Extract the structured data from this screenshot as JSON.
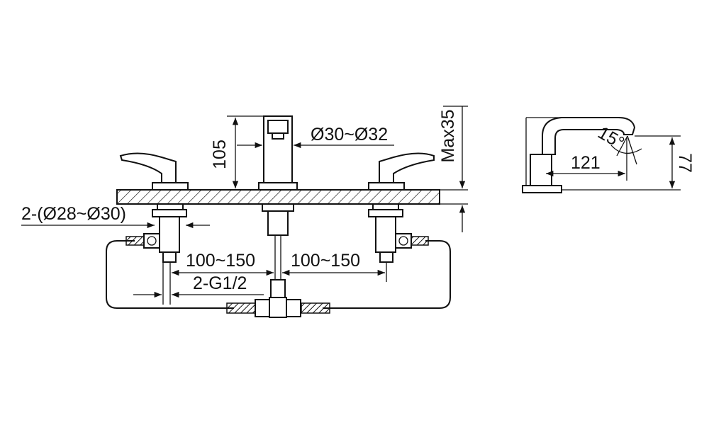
{
  "dimensions": {
    "height_spout": "105",
    "spout_diameter": "Ø30~Ø32",
    "max_deck": "Max35",
    "hole_diameter": "2-(Ø28~Ø30)",
    "spacing_left": "100~150",
    "spacing_right": "100~150",
    "thread": "2-G1/2",
    "reach": "121",
    "angle": "15°",
    "side_height": "77"
  }
}
